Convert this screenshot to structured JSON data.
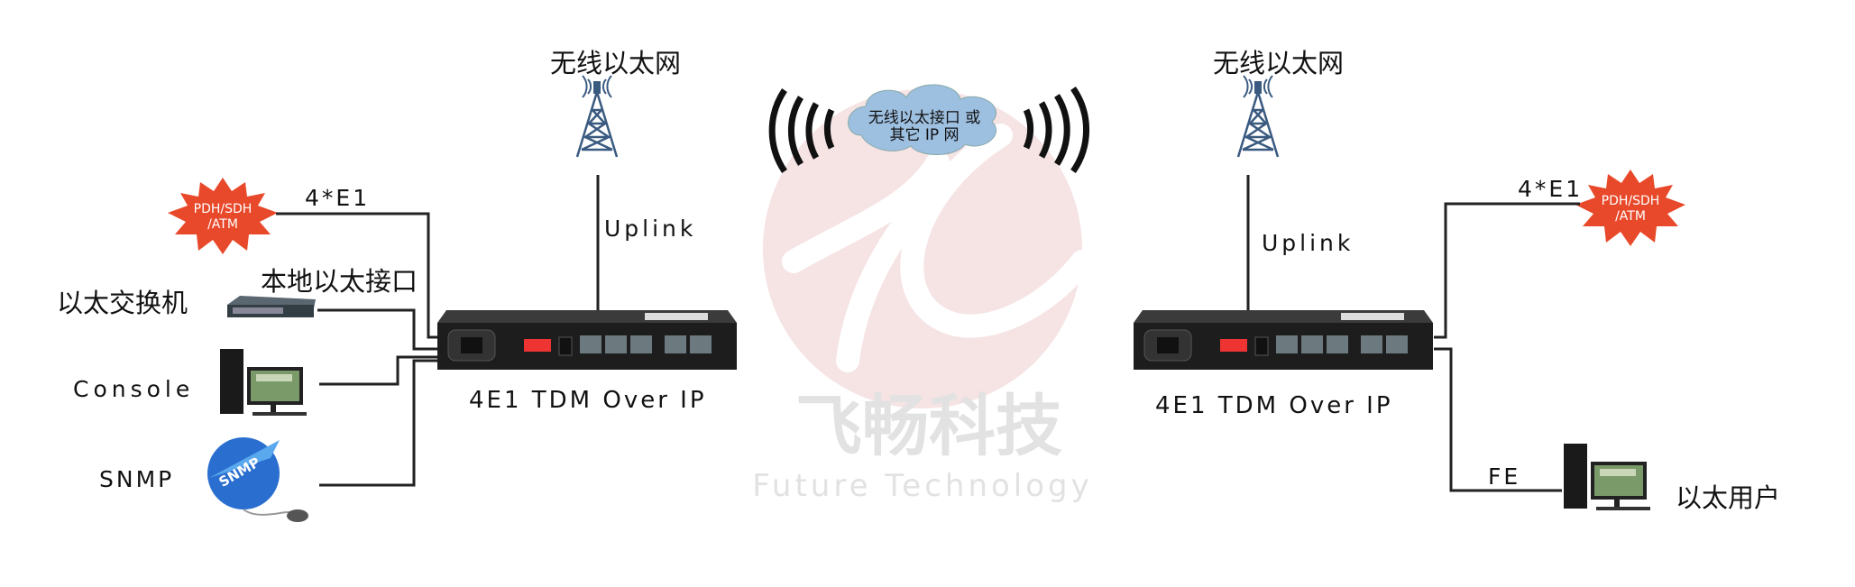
{
  "watermark": {
    "cn": "飞畅科技",
    "en": "Future Technology"
  },
  "cloud": {
    "line1": "无线以太接口 或",
    "line2": "其它 IP 网"
  },
  "left": {
    "tower_label": "无线以太网",
    "uplink": "Uplink",
    "device_label": "4E1 TDM Over IP",
    "e1_label": "4*E1",
    "burst": {
      "line1": "PDH/SDH",
      "line2": "/ATM"
    },
    "local_eth_label": "本地以太接口",
    "switch_label": "以太交换机",
    "console_label": "Console",
    "snmp_label": "SNMP",
    "snmp_globe_text": "SNMP"
  },
  "right": {
    "tower_label": "无线以太网",
    "uplink": "Uplink",
    "device_label": "4E1 TDM Over IP",
    "e1_label": "4*E1",
    "burst": {
      "line1": "PDH/SDH",
      "line2": "/ATM"
    },
    "fe_label": "FE",
    "user_label": "以太用户"
  },
  "colors": {
    "burst": "#e8492a",
    "cloud": "#9dbfe0",
    "watermark_circle": "#f6e3e4",
    "device": "#2a2a2a"
  }
}
